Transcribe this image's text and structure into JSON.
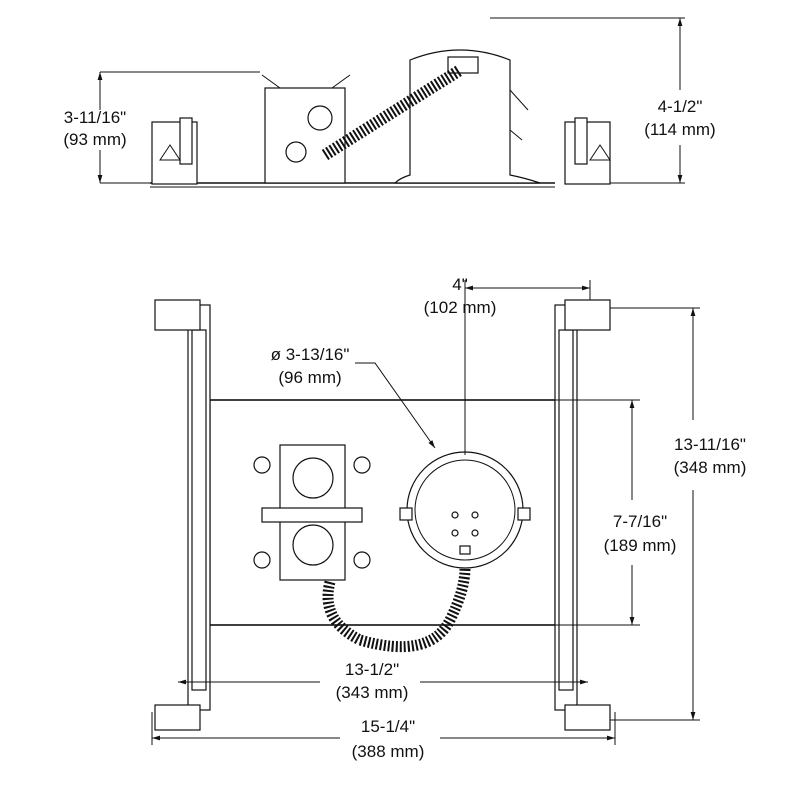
{
  "side_view": {
    "left_height": {
      "imperial": "3-11/16\"",
      "metric": "(93 mm)"
    },
    "right_height": {
      "imperial": "4-1/2\"",
      "metric": "(114 mm)"
    }
  },
  "top_view": {
    "offset": {
      "imperial": "4\"",
      "metric": "(102 mm)"
    },
    "diameter": {
      "imperial": "ø 3-13/16\"",
      "metric": "(96 mm)"
    },
    "overall_depth": {
      "imperial": "13-11/16\"",
      "metric": "(348 mm)"
    },
    "inner_depth": {
      "imperial": "7-7/16\"",
      "metric": "(189 mm)"
    },
    "inner_width": {
      "imperial": "13-1/2\"",
      "metric": "(343 mm)"
    },
    "overall_width": {
      "imperial": "15-1/4\"",
      "metric": "(388 mm)"
    }
  }
}
